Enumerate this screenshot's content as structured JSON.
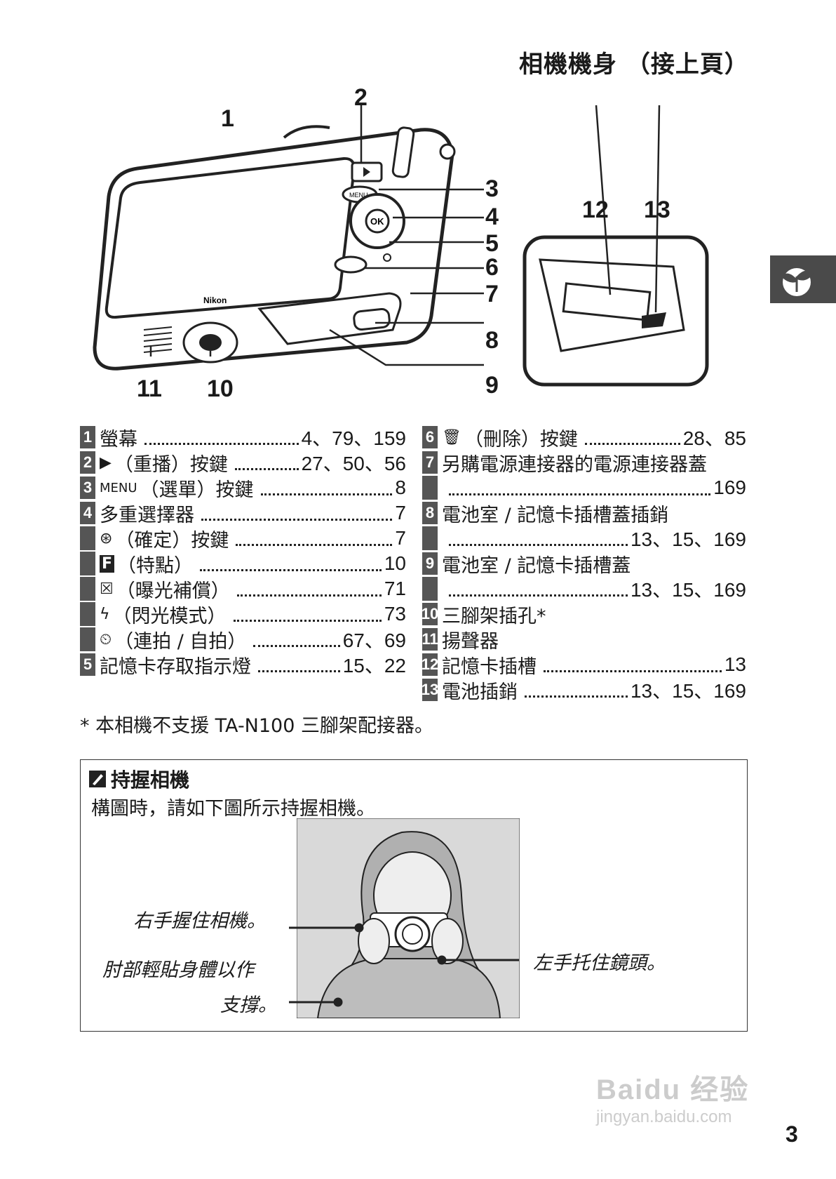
{
  "header": {
    "title": "相機機身 （接上頁）"
  },
  "diagram": {
    "callouts": [
      "1",
      "2",
      "3",
      "4",
      "5",
      "6",
      "7",
      "8",
      "9",
      "10",
      "11",
      "12",
      "13"
    ],
    "camera_brand": "Nikon",
    "button_labels": {
      "menu": "MENU",
      "ok": "OK"
    }
  },
  "legend_left": [
    {
      "n": "1",
      "text": "螢幕",
      "page": "4、79、159"
    },
    {
      "n": "2",
      "icon": "▶",
      "text": "（重播）按鍵",
      "page": "27、50、56"
    },
    {
      "n": "3",
      "icon": "MENU",
      "text": "（選單）按鍵",
      "page": "8"
    },
    {
      "n": "4",
      "text": "多重選擇器",
      "page": "7"
    },
    {
      "n": "",
      "icon": "⊛",
      "text": "（確定）按鍵",
      "page": "7"
    },
    {
      "n": "",
      "icon": "F",
      "text": "（特點）",
      "page": "10"
    },
    {
      "n": "",
      "icon": "☒",
      "text": "（曝光補償）",
      "page": "71"
    },
    {
      "n": "",
      "icon": "ϟ",
      "text": "（閃光模式）",
      "page": "73"
    },
    {
      "n": "",
      "icon": "⏲",
      "text": "（連拍 / 自拍）",
      "page": "67、69"
    },
    {
      "n": "5",
      "text": "記憶卡存取指示燈",
      "page": "15、22"
    }
  ],
  "legend_right": [
    {
      "n": "6",
      "icon": "🗑",
      "text": "（刪除）按鍵",
      "page": "28、85"
    },
    {
      "n": "7",
      "text": "另購電源連接器的電源連接器蓋",
      "page": ""
    },
    {
      "n": "",
      "text": "",
      "page": "169"
    },
    {
      "n": "8",
      "text": "電池室 / 記憶卡插槽蓋插銷",
      "page": ""
    },
    {
      "n": "",
      "text": "",
      "page": "13、15、169"
    },
    {
      "n": "9",
      "text": "電池室 / 記憶卡插槽蓋",
      "page": ""
    },
    {
      "n": "",
      "text": "",
      "page": "13、15、169"
    },
    {
      "n": "10",
      "text": "三腳架插孔*",
      "page": ""
    },
    {
      "n": "11",
      "text": "揚聲器",
      "page": ""
    },
    {
      "n": "12",
      "text": "記憶卡插槽",
      "page": "13"
    },
    {
      "n": "13",
      "text": "電池插銷",
      "page": "13、15、169"
    }
  ],
  "footnote": "* 本相機不支援 TA-N100 三腳架配接器。",
  "tip": {
    "title": "持握相機",
    "text": "構圖時，請如下圖所示持握相機。",
    "captions": {
      "right_hand": "右手握住相機。",
      "elbow_line1": "肘部輕貼身體以作",
      "elbow_line2": "支撐。",
      "left_hand": "左手托住鏡頭。"
    }
  },
  "page_number": "3",
  "watermark": {
    "brand": "Baidu 经验",
    "url": "jingyan.baidu.com"
  }
}
